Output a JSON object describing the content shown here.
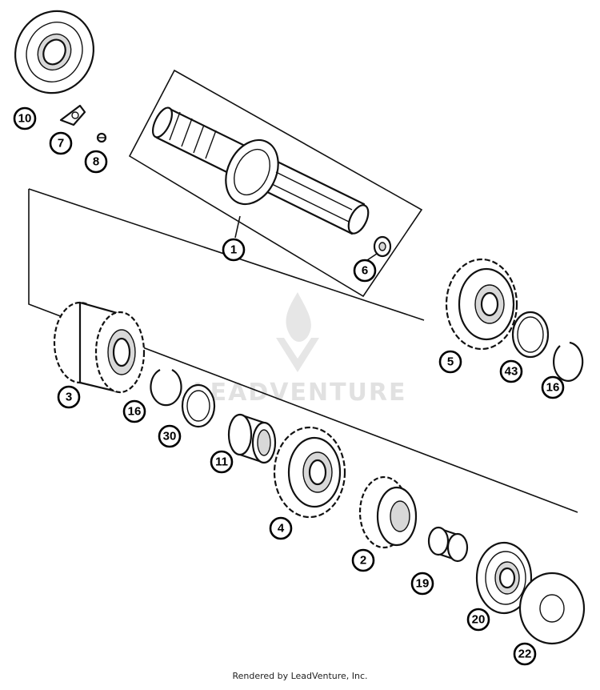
{
  "diagram": {
    "callouts": [
      "10",
      "7",
      "8",
      "1",
      "6",
      "5",
      "43",
      "16",
      "3",
      "16",
      "30",
      "11",
      "4",
      "2",
      "19",
      "20",
      "22"
    ]
  },
  "watermark": {
    "text": "LEADVENTURE"
  },
  "footer": {
    "text": "Rendered by LeadVenture, Inc."
  }
}
